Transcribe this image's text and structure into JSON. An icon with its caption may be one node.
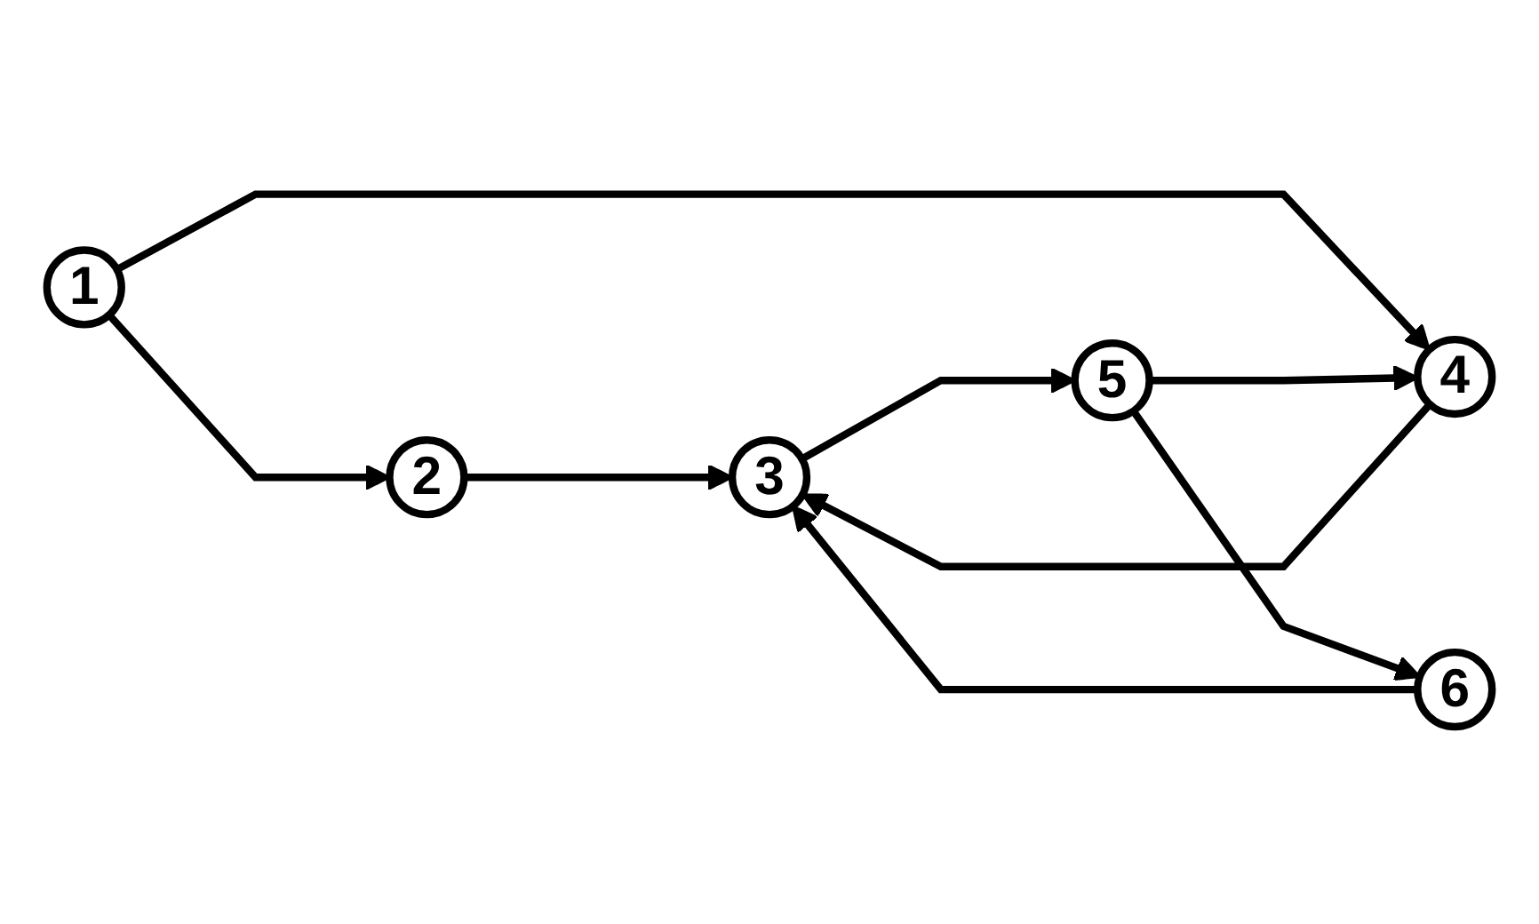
{
  "diagram": {
    "nodes": [
      {
        "text": [
          "1"
        ]
      },
      {
        "text": [
          "2"
        ]
      },
      {
        "text": [
          "3"
        ]
      },
      {
        "text": [
          "4"
        ]
      },
      {
        "text": [
          "5"
        ]
      },
      {
        "text": [
          "6"
        ]
      }
    ],
    "edges": [
      {
        "from": 0,
        "to": 1,
        "arrow": "to"
      },
      {
        "from": 0,
        "to": 3,
        "arrow": "to"
      },
      {
        "from": 1,
        "to": 2,
        "arrow": "to"
      },
      {
        "from": 3,
        "to": 2,
        "arrow": "to"
      },
      {
        "from": 2,
        "to": 4,
        "arrow": "to"
      },
      {
        "from": 4,
        "to": 3,
        "arrow": "to"
      },
      {
        "from": 4,
        "to": 5,
        "arrow": "to"
      },
      {
        "from": 5,
        "to": 2,
        "arrow": "to"
      }
    ]
  }
}
